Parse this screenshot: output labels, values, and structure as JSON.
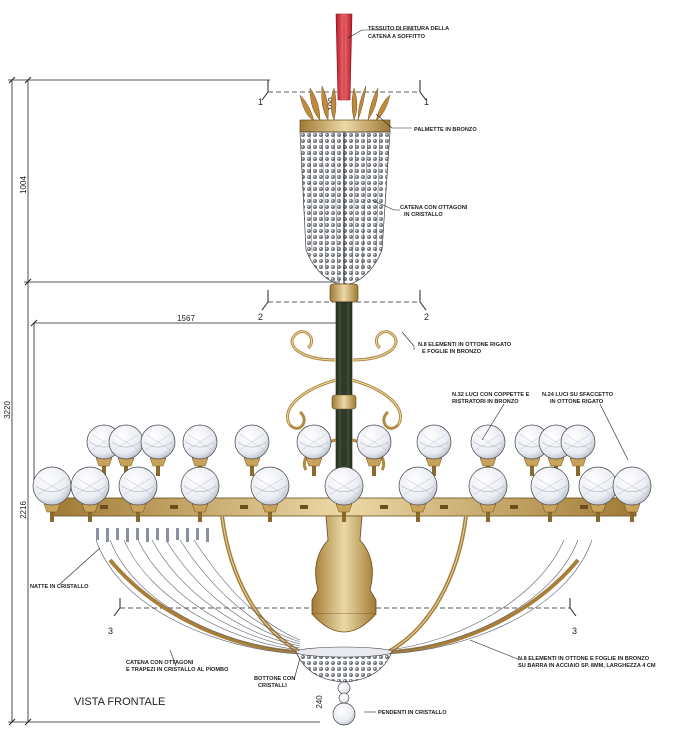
{
  "title": "VISTA FRONTALE",
  "dimensions": {
    "total_height": "3220",
    "upper_height": "1004",
    "lower_height": "2216",
    "arm_radius": "1567",
    "crown_height": "190",
    "pendant_height": "240"
  },
  "section_markers": {
    "s1_left": "1",
    "s1_right": "1",
    "s2_left": "2",
    "s2_right": "2",
    "s3_left": "3",
    "s3_right": "3"
  },
  "labels": {
    "fabric_line1": "TESSUTO DI FINITURA DELLA",
    "fabric_line2": "CATENA A SOFFITTO",
    "palmettes": "PALMETTE IN BRONZO",
    "chain_line1": "CATENA CON OTTAGONI",
    "chain_line2": "IN CRISTALLO",
    "elements_line1": "N.8 ELEMENTI IN OTTONE RIGATO",
    "elements_line2": "E FOGLIE IN BRONZO",
    "lights32_line1": "N.32 LUCI CON COPPETTE E",
    "lights32_line2": "RISTRATORI IN BRONZO",
    "lights24_line1": "N.24 LUCI SU SFACCETTO",
    "lights24_line2": "IN OTTONE RIGATO",
    "drops": "NATTE IN CRISTALLO",
    "chain_trap_line1": "CATENA CON OTTAGONI",
    "chain_trap_line2": "E TRAPEZI IN CRISTALLO AL PIOMBO",
    "button_line1": "BOTTONE CON",
    "button_line2": "CRISTALLI",
    "arms_line1": "N.8 ELEMENTI IN OTTONE E FOGLIE IN BRONZO",
    "arms_line2": "SU BARRA IN ACCIAIO SP. 8MM, LARGHEZZA 4 CM",
    "pendant": "PENDENTI IN CRISTALLO"
  },
  "colors": {
    "brass": "#c9a35a",
    "brass_light": "#e8d3a0",
    "brass_dark": "#8a6a2a",
    "fabric": "#d8323c",
    "glass": "#eef0f4",
    "line": "#222222"
  }
}
